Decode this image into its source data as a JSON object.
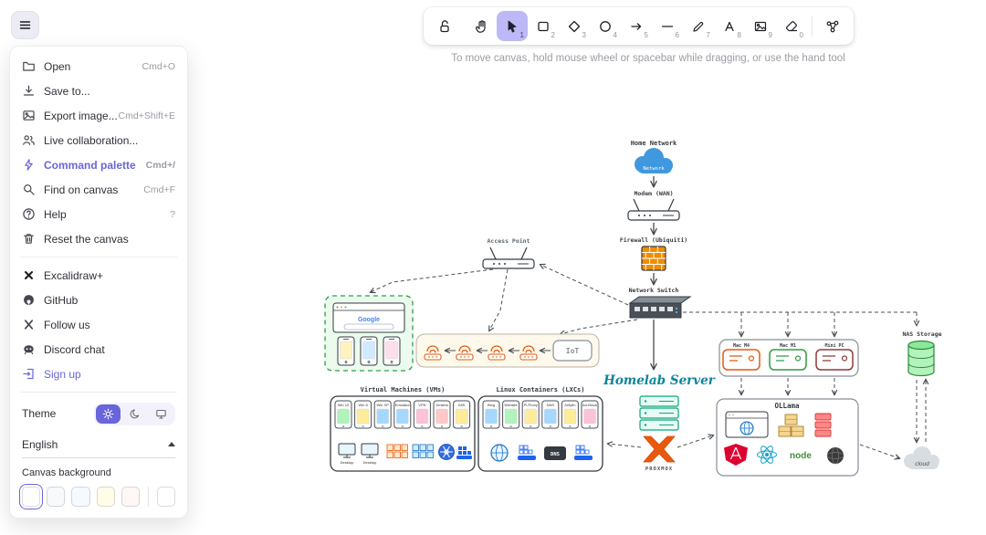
{
  "app": {
    "name": "Excalidraw",
    "canvas_hint": "To move canvas, hold mouse wheel or spacebar while dragging, or use the hand tool"
  },
  "colors": {
    "accent": "#6965db",
    "tool_active_bg": "#bdb9f6",
    "canvas_swatches": [
      "#ffffff",
      "#f8f9fa",
      "#f5faff",
      "#fffce8",
      "#fdf8f6",
      "#ffffff"
    ]
  },
  "toolbar": {
    "tools": [
      {
        "name": "lock",
        "key": ""
      },
      {
        "name": "hand",
        "key": ""
      },
      {
        "name": "selection",
        "key": "1"
      },
      {
        "name": "rectangle",
        "key": "2"
      },
      {
        "name": "diamond",
        "key": "3"
      },
      {
        "name": "ellipse",
        "key": "4"
      },
      {
        "name": "arrow",
        "key": "5"
      },
      {
        "name": "line",
        "key": "6"
      },
      {
        "name": "draw",
        "key": "7"
      },
      {
        "name": "text",
        "key": "8"
      },
      {
        "name": "image",
        "key": "9"
      },
      {
        "name": "eraser",
        "key": "0"
      },
      {
        "name": "more-tools",
        "key": ""
      }
    ]
  },
  "menu": {
    "items": [
      {
        "label": "Open",
        "shortcut": "Cmd+O"
      },
      {
        "label": "Save to...",
        "shortcut": ""
      },
      {
        "label": "Export image...",
        "shortcut": "Cmd+Shift+E"
      },
      {
        "label": "Live collaboration...",
        "shortcut": ""
      },
      {
        "label": "Command palette",
        "shortcut": "Cmd+/"
      },
      {
        "label": "Find on canvas",
        "shortcut": "Cmd+F"
      },
      {
        "label": "Help",
        "shortcut": "?"
      },
      {
        "label": "Reset the canvas",
        "shortcut": ""
      }
    ],
    "links": [
      {
        "label": "Excalidraw+"
      },
      {
        "label": "GitHub"
      },
      {
        "label": "Follow us"
      },
      {
        "label": "Discord chat"
      },
      {
        "label": "Sign up"
      }
    ],
    "theme_label": "Theme",
    "language_value": "English",
    "canvas_background_label": "Canvas background"
  },
  "diagram": {
    "home_network": {
      "title": "Home Network",
      "cloud_text": "Network"
    },
    "modem_label": "Modem (WAN)",
    "firewall_label": "Firewall (Ubiquiti)",
    "switch_label": "Network Switch",
    "access_point_label": "Access Point",
    "clients": {
      "browser_text": "Google"
    },
    "iot_label": "IoT",
    "vms": {
      "title": "Virtual Machines (VMs)",
      "items": [
        "Win 10",
        "Win 8",
        "Win XP",
        "Emulator",
        "VPN",
        "Jenkins",
        "K8S"
      ],
      "desktop_label_1": "Desktop",
      "desktop_label_2": "Desktop"
    },
    "lxc": {
      "title": "Linux Containers (LXCs)",
      "items": [
        "Blog",
        "Website",
        "Pi-Proxy",
        "DNS",
        "Jellyfin",
        "Ad-Block"
      ],
      "dns_chip": "DNS"
    },
    "homelab": {
      "title": "Homelab Server",
      "platform": "PROXMOX"
    },
    "cluster": {
      "items": [
        "Mac M4",
        "Mac M1",
        "Mini PC"
      ]
    },
    "ollama": {
      "title": "OLLama",
      "node_text": "node"
    },
    "nas_label": "NAS Storage",
    "cloud_label": "cloud"
  }
}
